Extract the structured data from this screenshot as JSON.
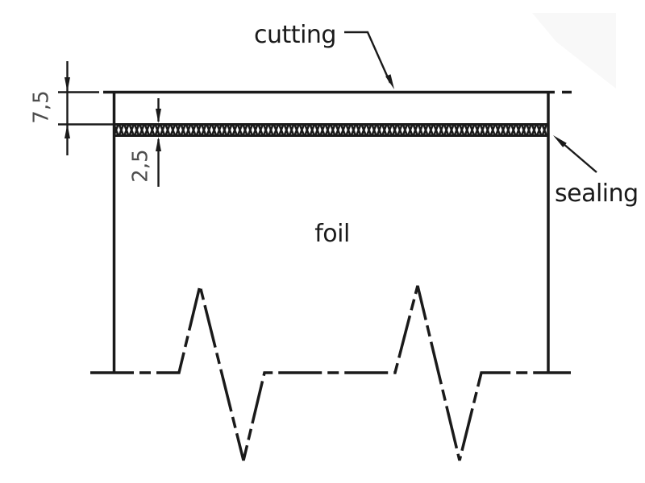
{
  "labels": {
    "cutting": "cutting",
    "sealing": "sealing",
    "foil": "foil"
  },
  "dimensions": {
    "cut_depth": "7,5",
    "seal_height": "2,5"
  },
  "icons": {
    "sealing_strip_pattern": "crosshatch",
    "bottom_edge_style": "zigzag-break-line",
    "top_edge_style": "dash-dot-cut-line"
  },
  "colors": {
    "line": "#1a1a1a",
    "dim-text": "#4d4d4d",
    "background": "#ffffff"
  }
}
